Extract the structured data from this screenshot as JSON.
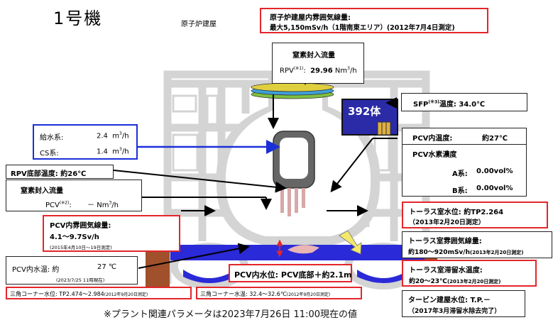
{
  "title": "1号機",
  "building_label": "原子炉建屋",
  "atm_dose": {
    "line1": "原子炉建屋内雰囲気線量:",
    "line2": "最大5,150mSv/h（1階南東エリア）(2012年7月4日測定)"
  },
  "n2_rpv": {
    "title": "窒素封入流量",
    "label": "RPV",
    "note": "(※1)",
    "sep": ":",
    "value": "29.96",
    "unit": "Nm",
    "unit_sup": "3",
    "unit_tail": "/h"
  },
  "fuel_count": "392体",
  "sfp": {
    "label": "SFP",
    "note": "(※3)",
    "text": "温度: 34.0℃"
  },
  "feedwater": {
    "row1_label": "給水系:",
    "row1_value": "2.4",
    "row1_unit": "m",
    "row1_sup": "3",
    "row1_tail": "/h",
    "row2_label": "CS系:",
    "row2_value": "1.4",
    "row2_unit": "m",
    "row2_sup": "3",
    "row2_tail": "/h"
  },
  "pcv_temp": {
    "label": "PCV内温度:",
    "value": "約27℃"
  },
  "pcv_h2": {
    "title": "PCV水素濃度",
    "a_label": "A系:",
    "a_value": "0.00vol%",
    "b_label": "B系:",
    "b_value": "0.00vol%"
  },
  "rpv_bottom": "RPV底部温度: 約26℃",
  "n2_pcv": {
    "title": "窒素封入流量",
    "label": "PCV",
    "note": "(※2)",
    "sep": ":",
    "value": "－",
    "unit": "Nm",
    "unit_sup": "3",
    "unit_tail": "/h"
  },
  "pcv_dose": {
    "line1": "PCV内雰囲気線量:",
    "line2": "4.1～9.7Sv/h",
    "line3": "(2015年4月10日～19日測定)"
  },
  "pcv_water_temp": {
    "label": "PCV内水温: 約",
    "value": "27 ℃",
    "date": "(2023/7/25 11時現在)"
  },
  "pcv_water_level": "PCV内水位: PCV底部＋約2.1m",
  "corner_level": {
    "text": "三角コーナー水位: TP2.474～2.984",
    "date": "(2012年9月20日測定)"
  },
  "corner_temp": {
    "text": "三角コーナー水温: 32.4～32.6℃",
    "date": "(2012年9月20日測定)"
  },
  "torus_level": {
    "line1": "トーラス室水位: 約TP2.264",
    "line2": "（2013年2月20日測定）"
  },
  "torus_dose": {
    "line1": "トーラス室雰囲気線量:",
    "line2": "約180～920mSv/h",
    "date": "(2013年2月20日測定)"
  },
  "torus_temp": {
    "line1": "トーラス室滞留水温度:",
    "line2": "約20～23℃",
    "date": "(2013年2月20日測定)"
  },
  "turbine": {
    "line1": "タービン建屋水位: T.P.－",
    "line2": "（2017年3月滞留水除去完了）"
  },
  "footnote": "※プラント関連パラメータは2023年7月26日 11:00現在の値",
  "colors": {
    "frame": "#d4d4d4",
    "water": "#2a2ad8",
    "red": "#e3262a",
    "blue": "#1a2fd8",
    "brown": "#a0502b",
    "pool": "#2b2ba8"
  }
}
